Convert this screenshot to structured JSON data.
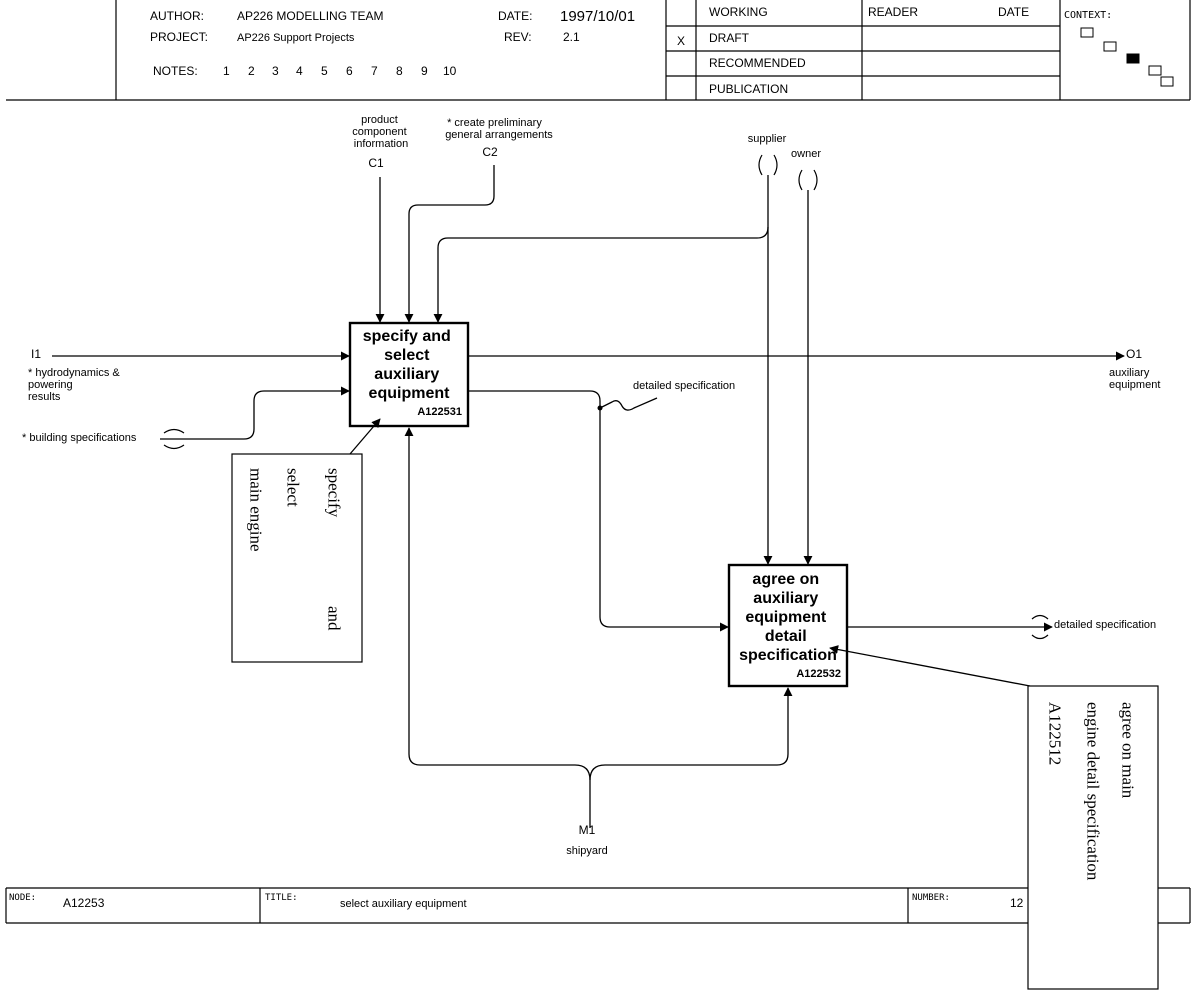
{
  "header": {
    "author_label": "AUTHOR:",
    "author": "AP226  MODELLING TEAM",
    "project_label": "PROJECT:",
    "project": "AP226 Support Projects",
    "notes_label": "NOTES:",
    "notes": [
      "1",
      "2",
      "3",
      "4",
      "5",
      "6",
      "7",
      "8",
      "9",
      "10"
    ],
    "date_label": "DATE:",
    "date": "1997/10/01",
    "rev_label": "REV:",
    "rev": "2.1",
    "status_mark": "X",
    "status": [
      "WORKING",
      "DRAFT",
      "RECOMMENDED",
      "PUBLICATION"
    ],
    "reader_label": "READER",
    "reader_date_label": "DATE",
    "context_label": "CONTEXT:"
  },
  "activities": [
    {
      "lines": [
        "specify and",
        "select",
        "auxiliary",
        "equipment"
      ],
      "node": "A122531"
    },
    {
      "lines": [
        "agree on",
        "auxiliary",
        "equipment",
        "detail",
        "specification"
      ],
      "node": "A122532"
    }
  ],
  "arrows": {
    "c1_lines": [
      "product",
      "component",
      "information"
    ],
    "c1_code": "C1",
    "c2_lines": [
      "* create preliminary",
      "general arrangements"
    ],
    "c2_code": "C2",
    "supplier": "supplier",
    "owner": "owner",
    "i1_code": "I1",
    "i1_lines": [
      "* hydrodynamics &",
      "powering",
      "results"
    ],
    "building": "* building specifications",
    "o1_code": "O1",
    "o1_lines": [
      "auxiliary",
      "equipment"
    ],
    "detailed_spec": "detailed specification",
    "detailed_spec_out": "detailed specification",
    "m1_code": "M1",
    "shipyard": "shipyard"
  },
  "notes_boxes": {
    "left": [
      "specify",
      "select",
      "main engine"
    ],
    "left_and": "and",
    "right": [
      "agree on main",
      "engine detail specification",
      "A122512"
    ]
  },
  "footer": {
    "node_label": "NODE:",
    "node": "A12253",
    "title_label": "TITLE:",
    "title": "select auxiliary equipment",
    "number_label": "NUMBER:",
    "number": "12"
  }
}
